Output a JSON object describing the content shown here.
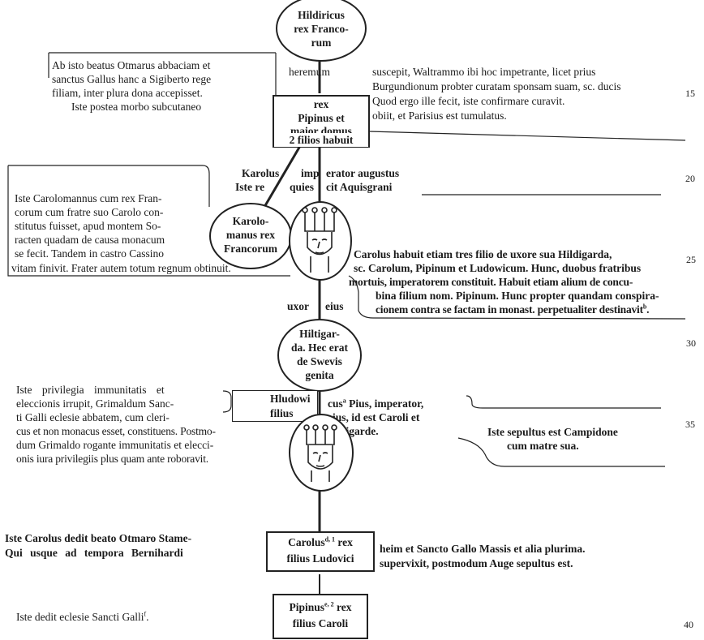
{
  "hildiricus": [
    "Hildiricus",
    "rex Franco-",
    "rum"
  ],
  "left_block1": [
    "Ab isto beatus Otmarus abbaciam et",
    "sanctus Gallus hanc a Sigiberto rege",
    "filiam, inter plura dona accepisset.",
    "Iste postea morbo subcutaneo"
  ],
  "heremum": "heremum",
  "right_block1": [
    "suscepit, Waltrammo ibi hoc impetrante, licet prius",
    "Burgundionum probter curatam sponsam suam, sc. ducis",
    "Quod ergo ille fecit, iste confirmare curavit.",
    "obiit, et Parisius est tumulatus."
  ],
  "pipinus_box": [
    "rex",
    "Pipinus et",
    "maior domus",
    "2 filios habuit"
  ],
  "karolus_line1": {
    "a": "Karolus",
    "b": "imp",
    "c": "erator augustus"
  },
  "karolus_line2": {
    "a": "Iste re",
    "b": "quies",
    "c": "cit Aquisgrani"
  },
  "carolomannus_text": [
    "Iste Carolomannus cum rex Fran-",
    "corum cum fratre suo Carolo con-",
    "stitutus fuisset, apud montem So-",
    "racten quadam de causa monacum",
    "se fecit. Tandem in castro Cassino",
    "vitam finivit. Frater autem totum regnum obtinuit."
  ],
  "karolomanus_oval": [
    "Karolo-",
    "manus rex",
    "Francorum"
  ],
  "carolus_text": [
    "Carolus habuit etiam tres filio de uxore sua Hildigarda,",
    "sc. Carolum, Pipinum et Ludowicum. Hunc, duobus fratribus",
    "mortuis, imperatorem constituit. Habuit etiam alium de concu-",
    "bina filium nom. Pipinum. Hunc propter quandam conspira-",
    "cionem contra se factam in monast. perpetualiter destinavit"
  ],
  "carolus_text_sup": "b",
  "uxor": "uxor",
  "eius": "eius",
  "hiltigarda_oval": [
    "Hiltigar-",
    "da. Hec erat",
    "de Swevis",
    "genita"
  ],
  "privilegia_text": [
    "Iste privilegia immunitatis et",
    "eleccionis irrupit, Grimaldum Sanc-",
    "ti Galli eclesie abbatem, cum cleri-",
    "cus et non monacus esset, constituens. Postmo-",
    "dum Grimaldo rogante immunitatis et elecci-",
    "onis iura privilegiis plus quam ante roboravit."
  ],
  "hludowi_box": [
    "Hludowi",
    "filius"
  ],
  "pius_text": {
    "pre": "cus",
    "sup": "a",
    "lines": [
      " Pius, imperator,",
      "eius, id est Caroli et",
      "Hiltigarde."
    ]
  },
  "sepultus_text": [
    "Iste sepultus est Campidone",
    "cum matre sua."
  ],
  "carolus_dedit_text": [
    "Iste Carolus dedit beato Otmaro Stame-",
    "Qui usque ad tempora Bernihardi"
  ],
  "carolus_box": {
    "name": "Carolus",
    "sup": "d, 1",
    "rex": " rex",
    "line2": "filius Ludovici"
  },
  "heim_text": [
    "heim et Sancto Gallo Massis et alia plurima.",
    "supervixit, postmodum Auge sepultus est."
  ],
  "iste_dedit": {
    "text": "Iste dedit eclesie Sancti Galli",
    "sup": "f",
    "end": "."
  },
  "pipinus2_box": {
    "name": "Pipinus",
    "sup": "e, 2",
    "rex": " rex",
    "line2": "filius Caroli"
  },
  "line_numbers": [
    "15",
    "20",
    "25",
    "30",
    "35",
    "40"
  ]
}
